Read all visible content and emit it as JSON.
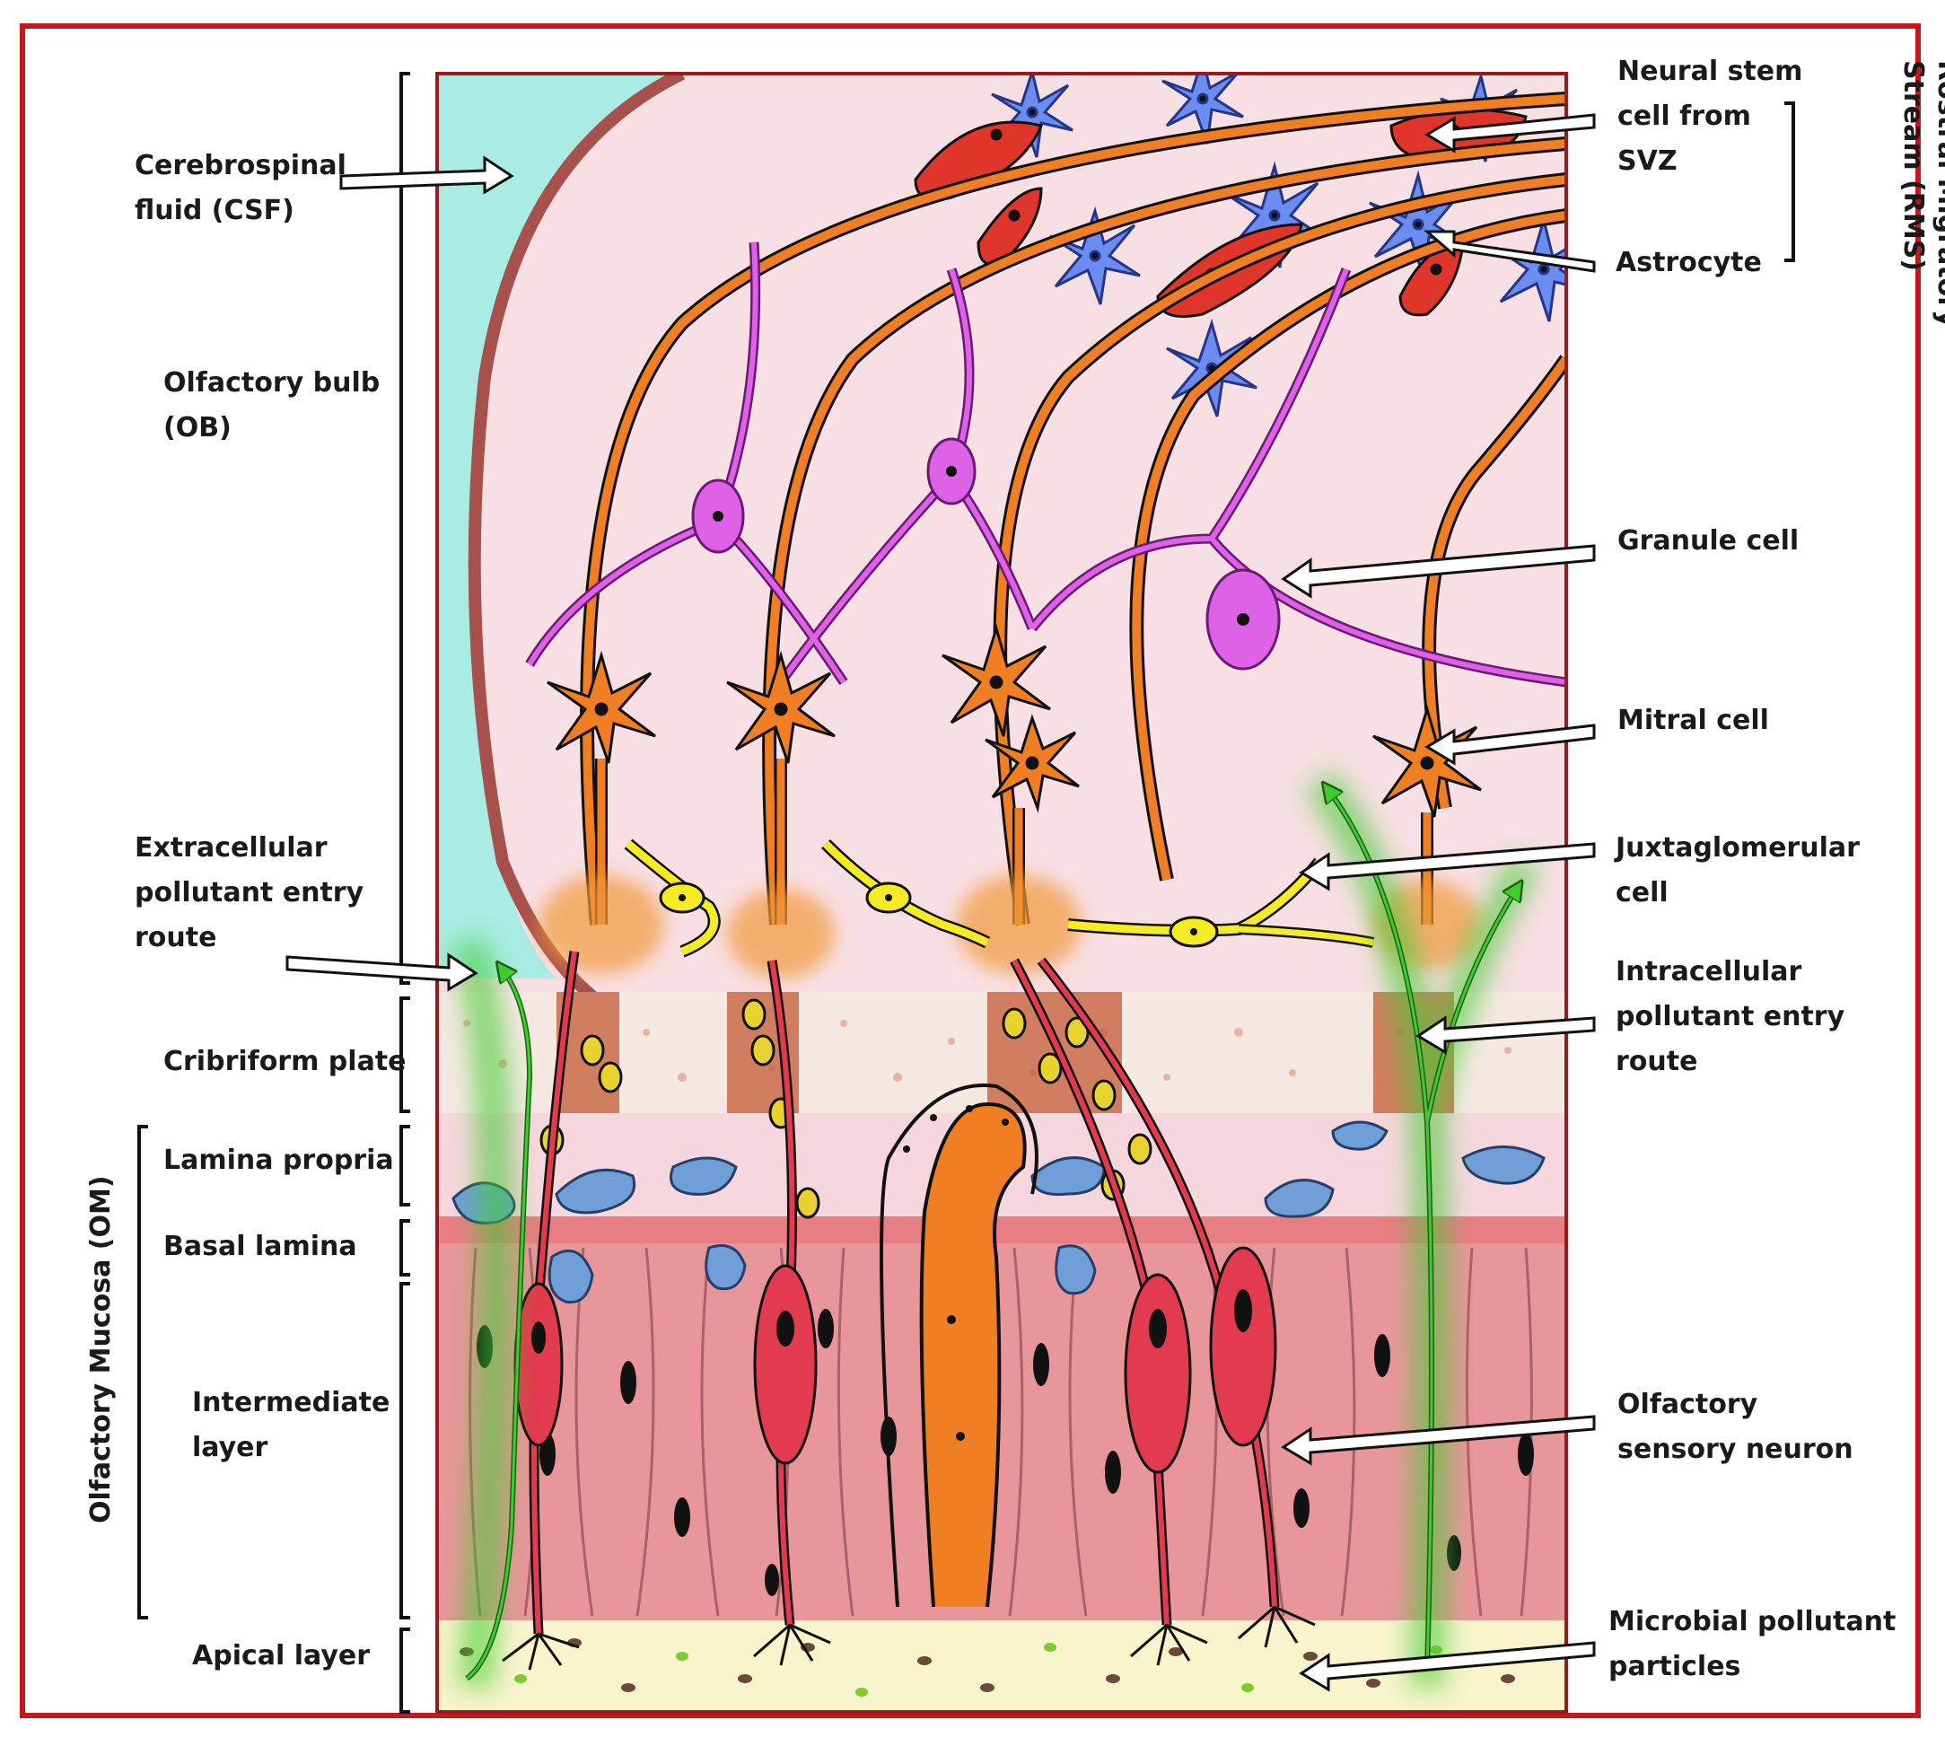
{
  "colors": {
    "frame": "#c8161d",
    "csf": "#a8ece4",
    "bulb": "#f8dfe4",
    "bone": "#f6e9e3",
    "lamina": "#f5d7dd",
    "epithelium": "#e9969b",
    "apical": "#f8f4cc",
    "mitral": "#f07e23",
    "granule": "#dd62e6",
    "astrocyte": "#6c8df0",
    "stem_cell": "#e0352b",
    "juxtaglomerular": "#f6ec25",
    "osn": "#e23a4e",
    "pollutant_route": "#3fcc2f"
  },
  "labels_left": {
    "csf": "Cerebrospinal\nfluid (CSF)",
    "ob": "Olfactory bulb\n(OB)",
    "extracellular": "Extracellular\npollutant entry\nroute",
    "cribriform": "Cribriform plate",
    "lamina_propria": "Lamina propria",
    "basal_lamina": "Basal lamina",
    "intermediate": "Intermediate\nlayer",
    "apical": "Apical layer",
    "om": "Olfactory Mucosa (OM)"
  },
  "labels_right": {
    "stem_cell": "Neural stem\ncell from\nSVZ",
    "astrocyte": "Astrocyte",
    "rms": "Rostral Migratory\nStream (RMS)",
    "granule": "Granule cell",
    "mitral": "Mitral cell",
    "juxta": "Juxtaglomerular\ncell",
    "intracellular": "Intracellular\npollutant entry\nroute",
    "osn": "Olfactory\nsensory neuron",
    "microbial": "Microbial pollutant\nparticles"
  }
}
